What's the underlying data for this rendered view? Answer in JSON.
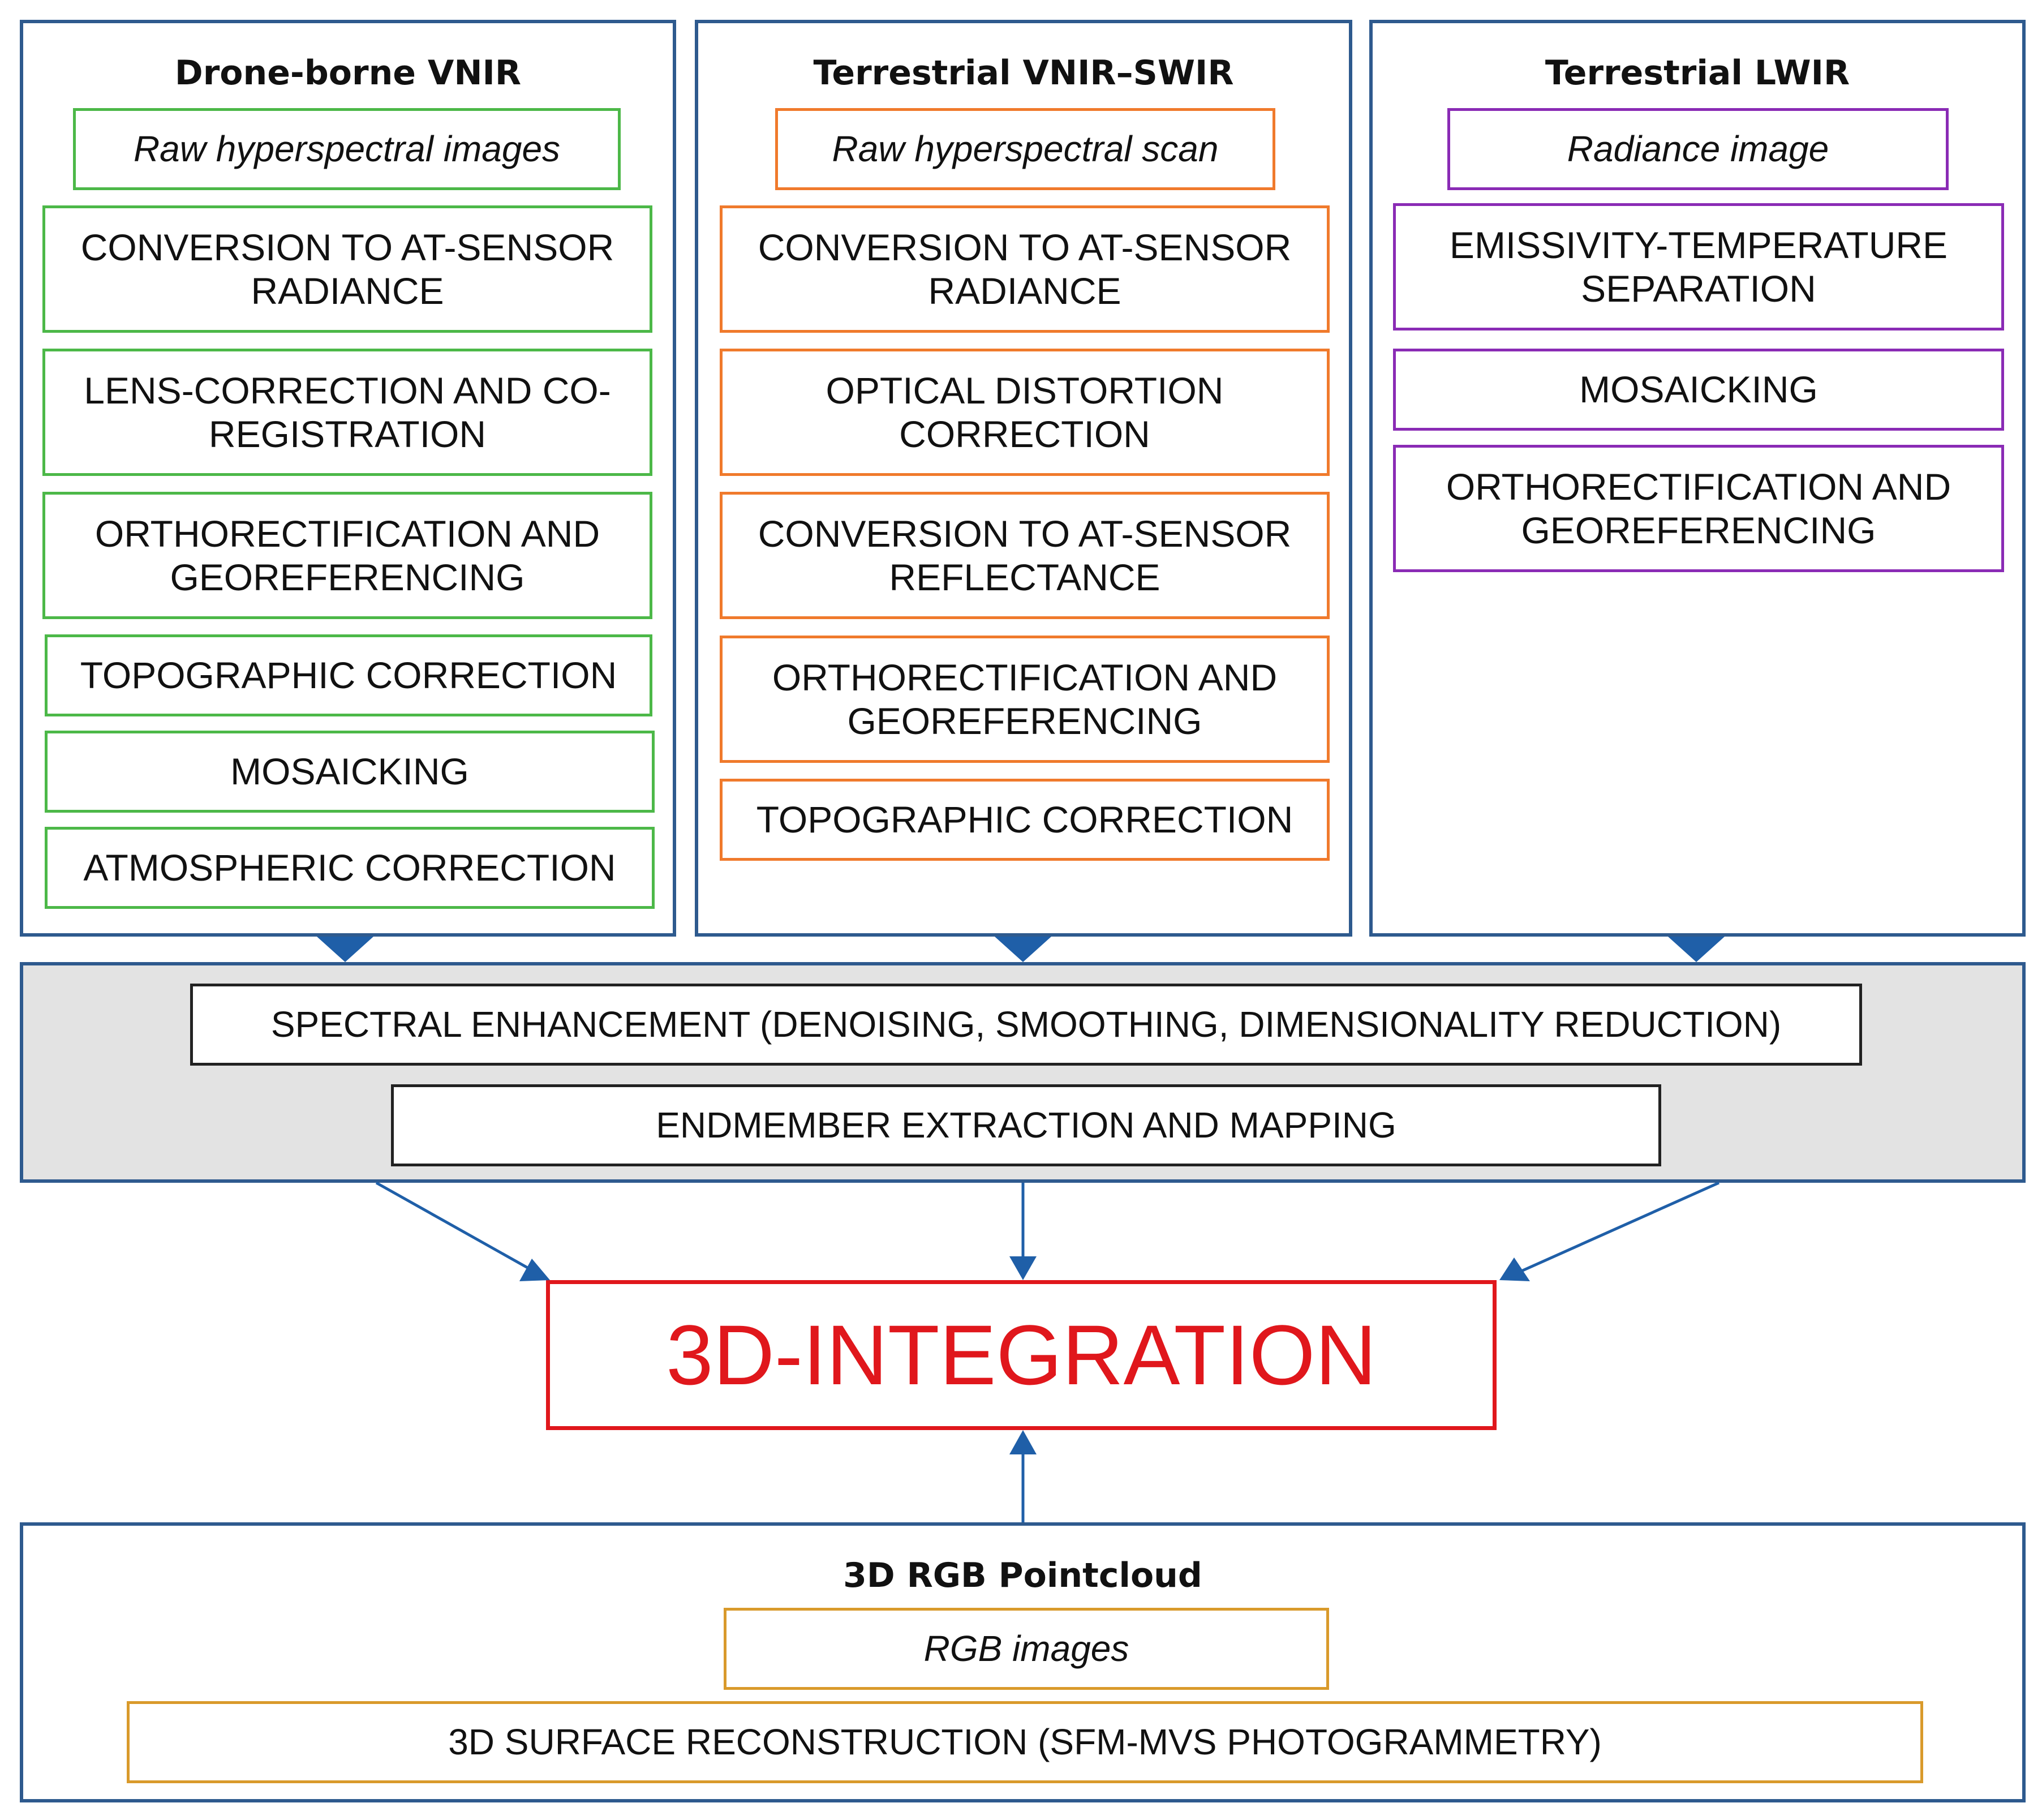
{
  "columns": [
    {
      "title": "Drone-borne VNIR",
      "input": "Raw hyperspectral images",
      "color": "#4cb848",
      "steps": [
        "CONVERSION TO AT-SENSOR RADIANCE",
        "LENS-CORRECTION AND CO-REGISTRATION",
        "ORTHORECTIFICATION AND GEOREFERENCING",
        "TOPOGRAPHIC CORRECTION",
        "MOSAICKING",
        "ATMOSPHERIC CORRECTION"
      ]
    },
    {
      "title": "Terrestrial VNIR–SWIR",
      "input": "Raw hyperspectral scan",
      "color": "#f07a2c",
      "steps": [
        "CONVERSION TO AT-SENSOR RADIANCE",
        "OPTICAL DISTORTION CORRECTION",
        "CONVERSION TO AT-SENSOR REFLECTANCE",
        "ORTHORECTIFICATION AND GEOREFERENCING",
        "TOPOGRAPHIC CORRECTION"
      ]
    },
    {
      "title": "Terrestrial LWIR",
      "input": "Radiance image",
      "color": "#8a2bb5",
      "steps": [
        "EMISSIVITY-TEMPERATURE SEPARATION",
        "MOSAICKING",
        "ORTHORECTIFICATION AND GEOREFERENCING"
      ]
    }
  ],
  "shared": {
    "spectral_enhancement": "SPECTRAL ENHANCEMENT (DENOISING, SMOOTHING, DIMENSIONALITY REDUCTION)",
    "endmember": "ENDMEMBER EXTRACTION AND MAPPING"
  },
  "integration": "3D-INTEGRATION",
  "pointcloud": {
    "title": "3D RGB Pointcloud",
    "input": "RGB images",
    "step": "3D SURFACE RECONSTRUCTION  (SFM-MVS PHOTOGRAMMETRY)"
  },
  "colors": {
    "panel_border": "#2e5a8e",
    "arrow": "#1f5fa8",
    "integration": "#e0171c",
    "gold": "#d99a2b",
    "band": "#e3e3e3"
  }
}
